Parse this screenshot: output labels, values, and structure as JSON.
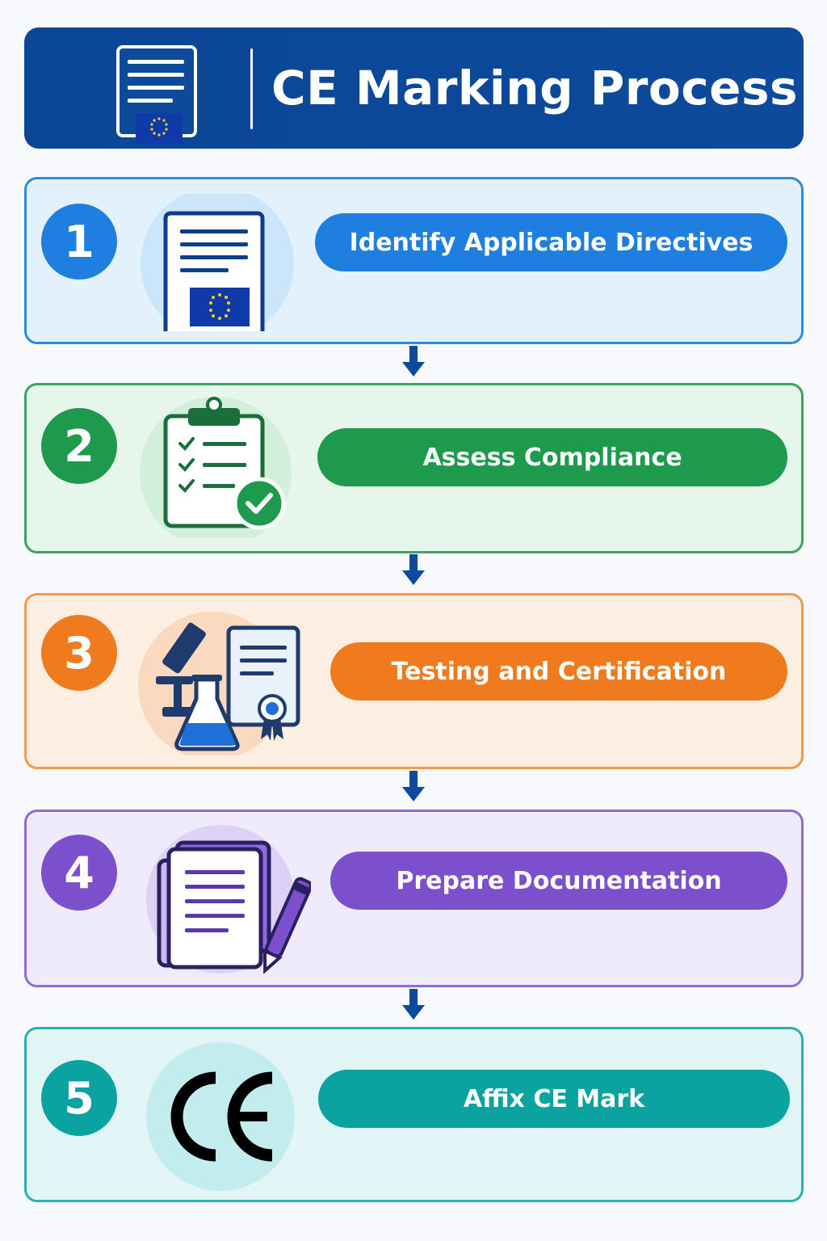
{
  "header": {
    "title": "CE Marking Process"
  },
  "colors": {
    "header_bg": "#0b4596",
    "step1": "#1e7fe0",
    "step2": "#1e9a4d",
    "step3": "#f07a1e",
    "step4": "#7c4fcc",
    "step5": "#0aa39f",
    "arrow": "#0d4a9c"
  },
  "steps": [
    {
      "number": "1",
      "label": "Identify Applicable Directives",
      "icon": "eu-document-icon"
    },
    {
      "number": "2",
      "label": "Assess Compliance",
      "icon": "checklist-clipboard-icon"
    },
    {
      "number": "3",
      "label": "Testing and Certification",
      "icon": "lab-certificate-icon"
    },
    {
      "number": "4",
      "label": "Prepare Documentation",
      "icon": "documents-pen-icon"
    },
    {
      "number": "5",
      "label": "Affix CE Mark",
      "icon": "ce-mark-icon"
    }
  ]
}
